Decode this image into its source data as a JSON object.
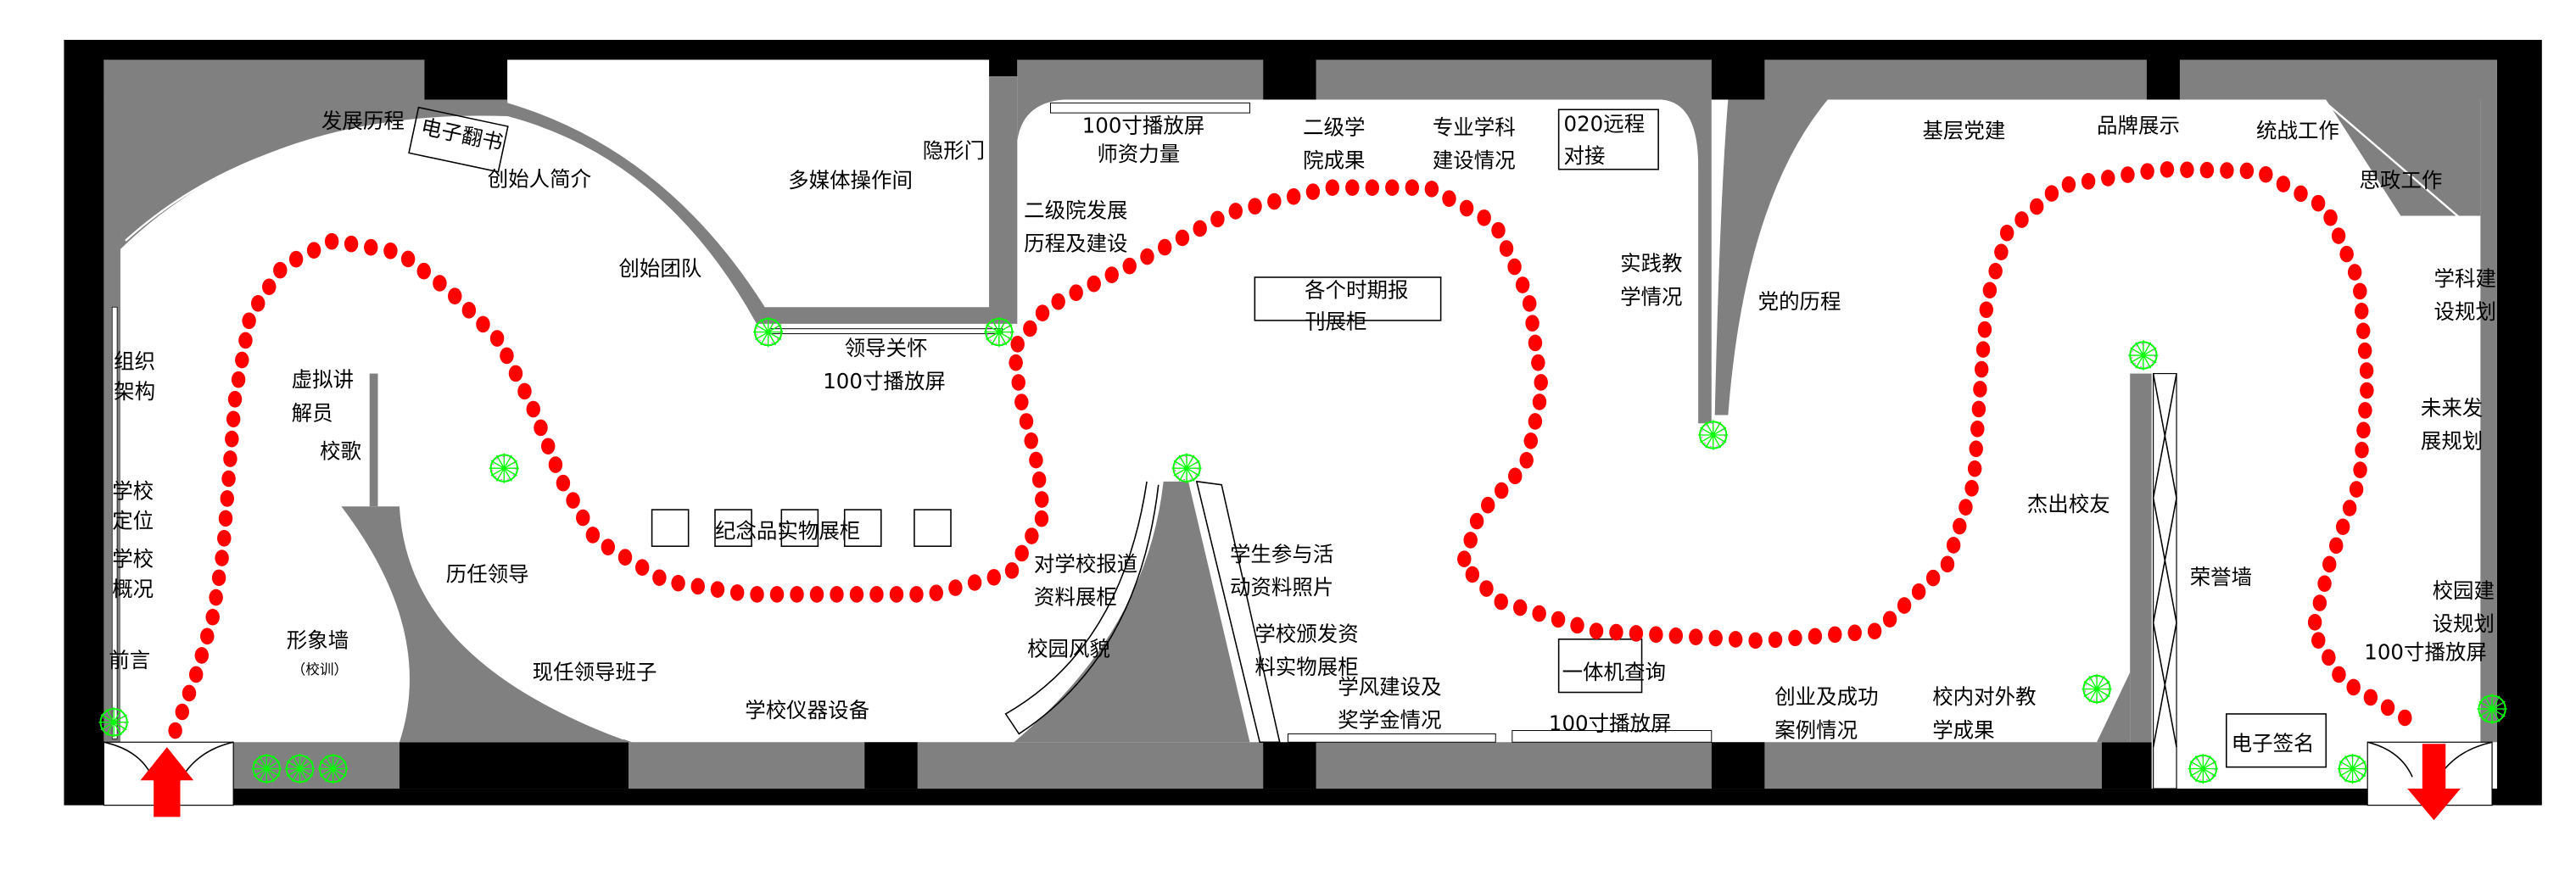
{
  "colors": {
    "wall": "#808080",
    "outer_wall": "#000000",
    "route": "#ff0000",
    "plant": "#00ff00",
    "background": "#ffffff"
  },
  "icons": {
    "entrance": "arrow-up-icon",
    "exit": "arrow-down-icon",
    "plant": "plant-icon",
    "route": "dotted-route"
  },
  "labels": {
    "fazhan_licheng": "发展历程",
    "dianzi_fanshu": "电子翻书",
    "chuangshiren": "创始人简介",
    "duomeiti": "多媒体操作间",
    "yinxingmen": "隐形门",
    "chuangshi_tuandui": "创始团队",
    "lingdao_guanhuai": [
      "领导关怀",
      "100寸播放屏"
    ],
    "zuzhi_jiagou": [
      "组织",
      "架构"
    ],
    "xuni_jiangjie": [
      "虚拟讲",
      "解员"
    ],
    "xiaoge": "校歌",
    "xuexiao_dingwei": [
      "学校",
      "定位"
    ],
    "xuexiao_gaikuang": [
      "学校",
      "概况"
    ],
    "jinianpin": "纪念品实物展柜",
    "liren_lingdao": "历任领导",
    "qianyan": "前言",
    "xingxiangqiang": "形象墙",
    "xiaoxun": "（校训）",
    "xianren_lingdao": "现任领导班子",
    "yiqi_shebei": "学校仪器设备",
    "shizi_liliang": [
      "100寸播放屏",
      "师资力量"
    ],
    "erji_chengguo": [
      "二级学",
      "院成果"
    ],
    "zhuanye_xueke": [
      "专业学科",
      "建设情况"
    ],
    "yuancheng": [
      "020远程",
      "对接"
    ],
    "erji_fazhan": [
      "二级院发展",
      "历程及建设"
    ],
    "baokan": [
      "各个时期报",
      "刊展柜"
    ],
    "shijian_jiaoxue": [
      "实践教",
      "学情况"
    ],
    "dang_licheng": "党的历程",
    "baodao_ziliao": [
      "对学校报道",
      "资料展柜"
    ],
    "xuesheng_huodong": [
      "学生参与活",
      "动资料照片"
    ],
    "xiaoyuan_fengmao": "校园风貌",
    "banfa_ziliao": [
      "学校颁发资",
      "料实物展柜"
    ],
    "xuefeng": [
      "学风建设及",
      "奖学金情况"
    ],
    "yitiji": "一体机查询",
    "bofangping_mid": "100寸播放屏",
    "chuangye": [
      "创业及成功",
      "案例情况"
    ],
    "duiwai_jiaoxue": [
      "校内对外教",
      "学成果"
    ],
    "jiceng_dangjian": "基层党建",
    "pinpai": "品牌展示",
    "tongzhan": "统战工作",
    "sizheng": "思政工作",
    "xueke_guihua": [
      "学科建",
      "设规划"
    ],
    "weilai": [
      "未来发",
      "展规划"
    ],
    "jiechu_xiaoyou": "杰出校友",
    "rongyuqiang": "荣誉墙",
    "xiaoyuan_guihua": [
      "校园建",
      "设规划",
      "100寸播放屏"
    ],
    "dianzi_qianming": "电子签名"
  }
}
